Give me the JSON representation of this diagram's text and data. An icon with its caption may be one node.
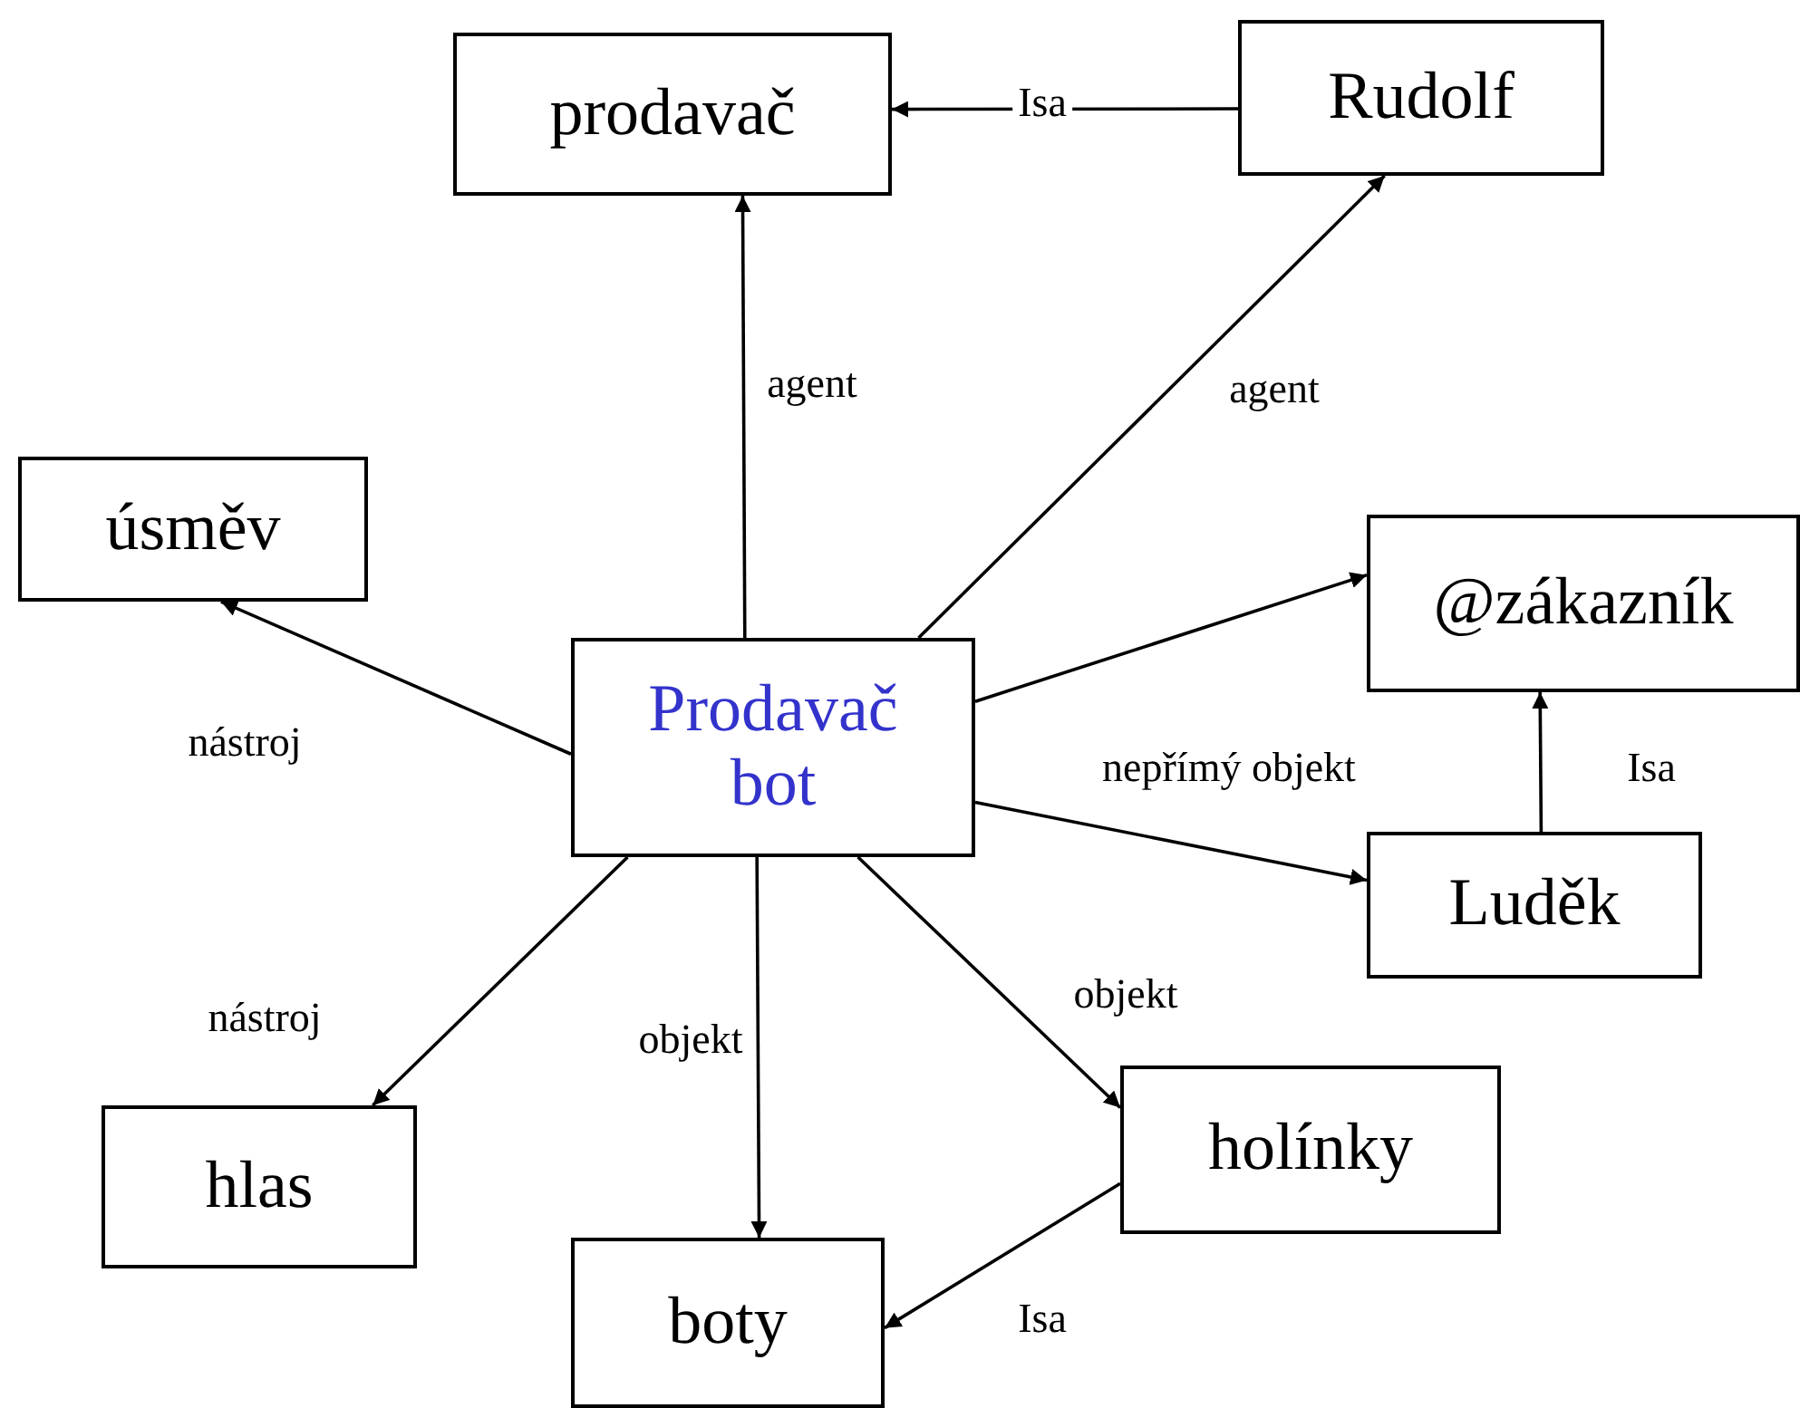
{
  "diagram": {
    "nodes": [
      {
        "text": [
          "prodavač"
        ]
      },
      {
        "text": [
          "Rudolf"
        ]
      },
      {
        "text": [
          "úsměv"
        ]
      },
      {
        "text": [
          "Prodavač bot"
        ]
      },
      {
        "text": [
          "@zákazník"
        ]
      },
      {
        "text": [
          "Luděk"
        ]
      },
      {
        "text": [
          "hlas"
        ]
      },
      {
        "text": [
          "holínky"
        ]
      },
      {
        "text": [
          "boty"
        ]
      }
    ],
    "edges": [
      {
        "from": 1,
        "to": 0,
        "arrow": "to",
        "label": "Isa"
      },
      {
        "from": 3,
        "to": 0,
        "arrow": "to",
        "label": "agent"
      },
      {
        "from": 3,
        "to": 1,
        "arrow": "to",
        "label": "agent"
      },
      {
        "from": 3,
        "to": 2,
        "arrow": "to",
        "label": "nástroj"
      },
      {
        "from": 3,
        "to": 4,
        "arrow": "to"
      },
      {
        "from": 3,
        "to": 5,
        "arrow": "to",
        "label": "nepřímý objekt"
      },
      {
        "from": 5,
        "to": 4,
        "arrow": "to",
        "label": "Isa"
      },
      {
        "from": 3,
        "to": 6,
        "arrow": "to",
        "label": "nástroj"
      },
      {
        "from": 3,
        "to": 8,
        "arrow": "to",
        "label": "objekt"
      },
      {
        "from": 3,
        "to": 7,
        "arrow": "to",
        "label": "objekt"
      },
      {
        "from": 7,
        "to": 8,
        "arrow": "to",
        "label": "Isa"
      }
    ]
  }
}
